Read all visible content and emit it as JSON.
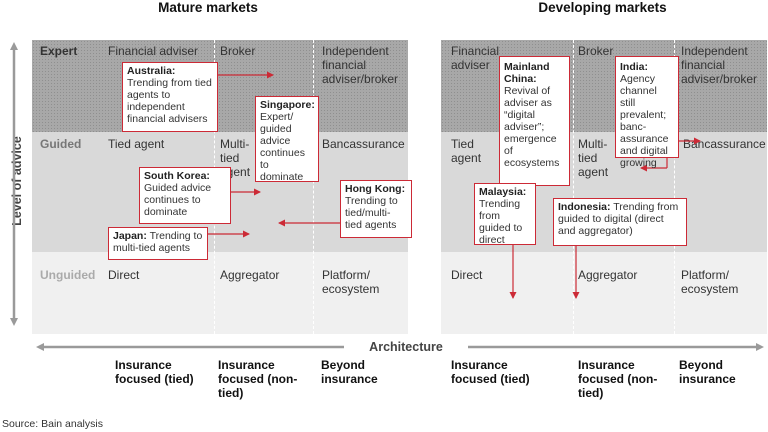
{
  "titles": {
    "mature": "Mature markets",
    "developing": "Developing markets"
  },
  "axes": {
    "y_label": "Level of advice",
    "x_label": "Architecture"
  },
  "levels": {
    "expert": "Expert",
    "guided": "Guided",
    "unguided": "Unguided"
  },
  "mature": {
    "expert": {
      "c1": "Financial adviser",
      "c2": "Broker",
      "c3": "Independent financial adviser/broker"
    },
    "guided": {
      "c1": "Tied agent",
      "c2": "Multi-tied agent",
      "c3": "Bancassurance"
    },
    "unguided": {
      "c1": "Direct",
      "c2": "Aggregator",
      "c3": "Platform/ ecosystem"
    },
    "boxes": {
      "australia": {
        "title": "Australia:",
        "text": "Trending from tied agents to independent financial advisers"
      },
      "singapore": {
        "title": "Singapore:",
        "text": "Expert/ guided advice continues to dominate"
      },
      "south_korea": {
        "title": "South Korea:",
        "text": "Guided advice continues to dominate"
      },
      "hong_kong": {
        "title": "Hong Kong:",
        "text": "Trending to tied/multi-tied agents"
      },
      "japan": {
        "title": "Japan:",
        "text": "Trending to multi-tied agents"
      }
    }
  },
  "developing": {
    "expert": {
      "c1": "Financial adviser",
      "c2": "Broker",
      "c3": "Independent financial adviser/broker"
    },
    "guided": {
      "c1": "Tied agent",
      "c2": "Multi-tied agent",
      "c3": "Bancassurance"
    },
    "unguided": {
      "c1": "Direct",
      "c2": "Aggregator",
      "c3": "Platform/ ecosystem"
    },
    "boxes": {
      "china": {
        "title": "Mainland China:",
        "text": "Revival of adviser as “digital adviser”; emergence of ecosystems"
      },
      "india": {
        "title": "India:",
        "text": "Agency channel still prevalent; banc-assurance and digital growing"
      },
      "malaysia": {
        "title": "Malaysia:",
        "text": "Trending from guided to direct"
      },
      "indonesia": {
        "title": "Indonesia:",
        "text": "Trending from guided to digital (direct and aggregator)"
      }
    }
  },
  "footer": {
    "c1": "Insurance focused (tied)",
    "c2": "Insurance focused (non-tied)",
    "c3": "Beyond insurance"
  },
  "source": "Source: Bain analysis",
  "colors": {
    "accent": "#cc2a36",
    "axis": "#9a9a9a"
  }
}
